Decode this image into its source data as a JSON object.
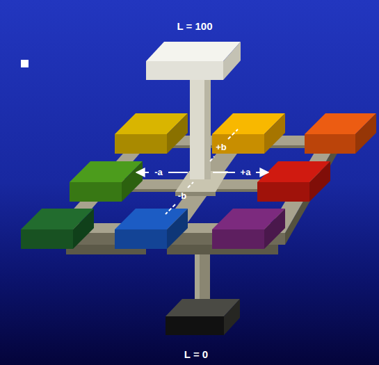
{
  "diagram": {
    "labels": [
      "L = 100",
      "+b",
      "-a",
      "+a",
      "-b",
      "L = 0"
    ]
  }
}
